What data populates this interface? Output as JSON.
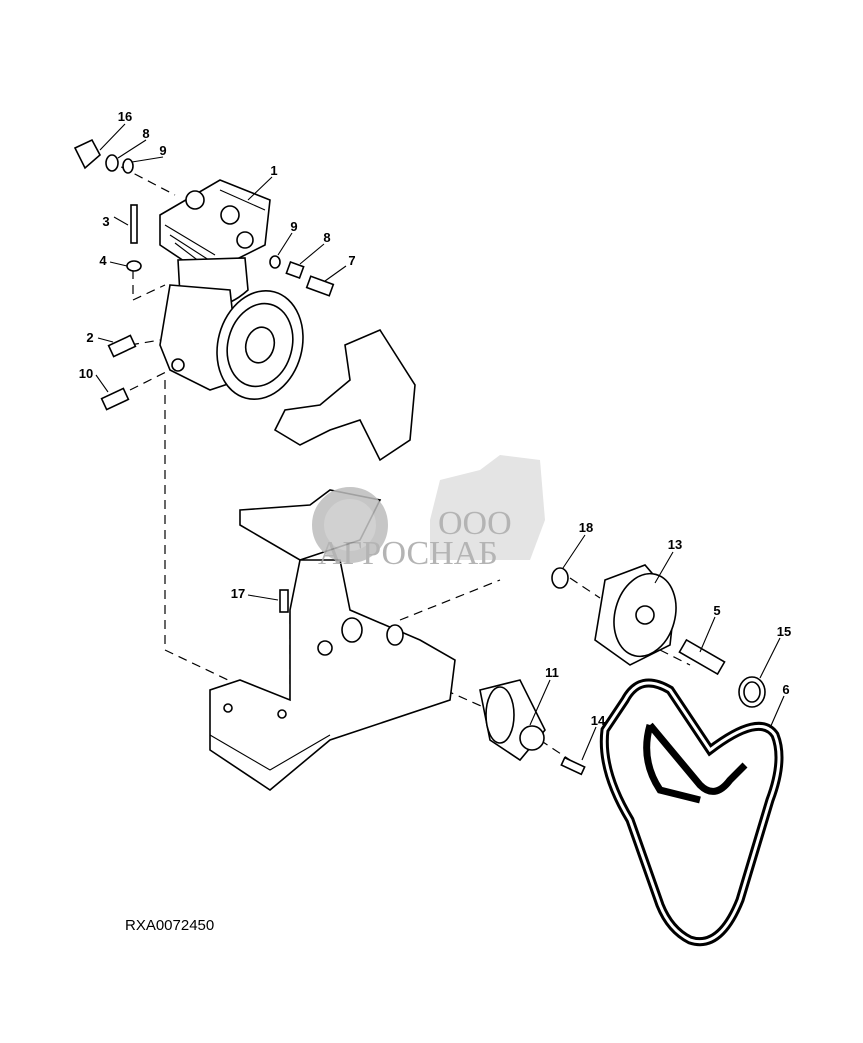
{
  "diagram": {
    "caption": "RXA0072450",
    "callouts": [
      "16",
      "8",
      "9",
      "1",
      "3",
      "4",
      "9",
      "8",
      "7",
      "2",
      "10",
      "18",
      "13",
      "17",
      "5",
      "15",
      "6",
      "11",
      "14"
    ]
  },
  "watermark": {
    "prefix": "ООО",
    "name": "АГРОСНАБ"
  }
}
